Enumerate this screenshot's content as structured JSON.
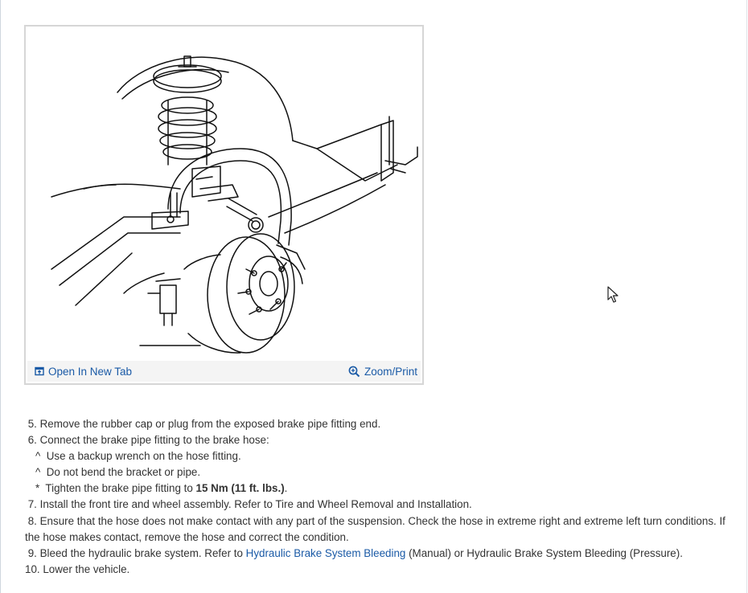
{
  "figure": {
    "open_tab_label": "Open In New Tab",
    "zoom_label": "Zoom/Print"
  },
  "steps": {
    "s5": "5. Remove the rubber cap or plug from the exposed brake pipe fitting end.",
    "s6": "6. Connect the brake pipe fitting to the brake hose:",
    "s6a_marker": "^",
    "s6a": "Use a backup wrench on the hose fitting.",
    "s6b_marker": "^",
    "s6b": "Do not bend the bracket or pipe.",
    "s6c_marker": "*",
    "s6c_pre": "Tighten the brake pipe fitting to ",
    "s6c_bold": "15 Nm (11 ft. lbs.)",
    "s6c_post": ".",
    "s7": "7. Install the front tire and wheel assembly. Refer to Tire and Wheel Removal and Installation.",
    "s8": "8. Ensure that the hose does not make contact with any part of the suspension. Check the hose in extreme right and extreme left turn conditions. If the hose makes contact, remove the hose and correct the condition.",
    "s9_pre": "9. Bleed the hydraulic brake system. Refer to ",
    "s9_link": "Hydraulic Brake System Bleeding",
    "s9_post": " (Manual) or Hydraulic Brake System Bleeding (Pressure).",
    "s10": "10. Lower the vehicle."
  },
  "colors": {
    "link": "#1a5aa6",
    "text": "#333333",
    "bar": "#f4f4f4",
    "border": "#d6d6d6"
  },
  "icons": {
    "open_tab": "open-new-tab-icon",
    "zoom": "zoom-in-icon",
    "pointer": "mouse-pointer-icon"
  }
}
